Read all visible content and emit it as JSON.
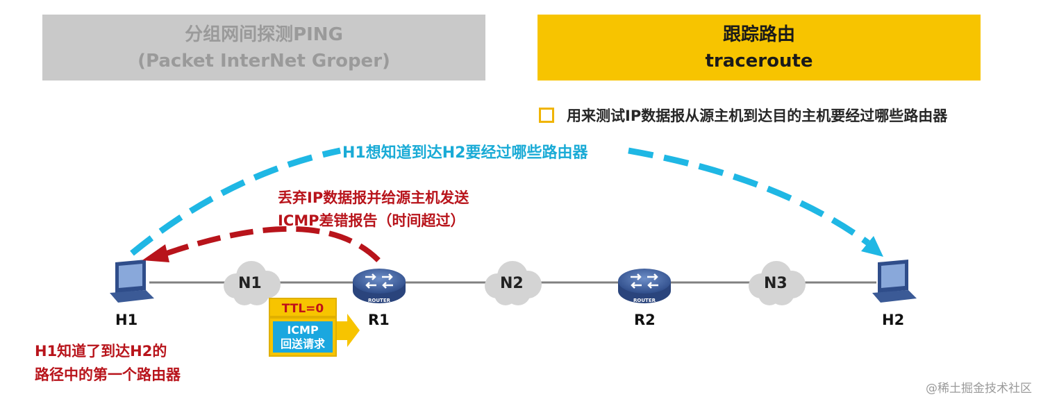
{
  "tabs": {
    "ping": {
      "line1": "分组网间探测PING",
      "line2": "(Packet InterNet Groper)"
    },
    "traceroute": {
      "line1": "跟踪路由",
      "line2": "traceroute"
    }
  },
  "bullet": "用来测试IP数据报从源主机到达目的主机要经过哪些路由器",
  "annotations": {
    "blue_arc": "H1想知道到达H2要经过哪些路由器",
    "red_line1": "丢弃IP数据报并给源主机发送",
    "red_line2": "ICMP差错报告（时间超过）",
    "result_line1": "H1知道了到达H2的",
    "result_line2": "路径中的第一个路由器"
  },
  "nodes": {
    "h1": "H1",
    "h2": "H2",
    "r1": "R1",
    "r2": "R2",
    "n1": "N1",
    "n2": "N2",
    "n3": "N3",
    "router_badge": "ROUTER"
  },
  "packet": {
    "ttl": "TTL=0",
    "line1": "ICMP",
    "line2": "回送请求"
  },
  "watermark": "@稀土掘金技术社区",
  "colors": {
    "yellow": "#f7c400",
    "gray_tab": "#c9c9c9",
    "blue": "#1aabd6",
    "red": "#b8141b",
    "router": "#3d5fa0"
  }
}
